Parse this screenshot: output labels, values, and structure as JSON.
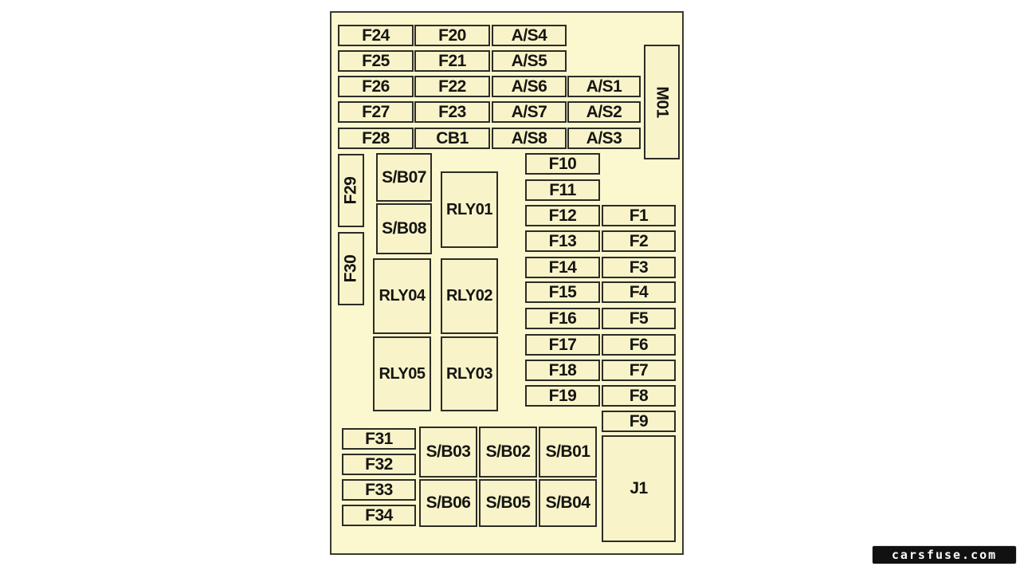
{
  "diagram": {
    "fuse_rows_top": {
      "row1": [
        "F24",
        "F20",
        "A/S4"
      ],
      "row2": [
        "F25",
        "F21",
        "A/S5"
      ],
      "row3": [
        "F26",
        "F22",
        "A/S6",
        "A/S1"
      ],
      "row4": [
        "F27",
        "F23",
        "A/S7",
        "A/S2"
      ],
      "row5": [
        "F28",
        "CB1",
        "A/S8",
        "A/S3"
      ]
    },
    "m01": "M01",
    "left_vertical": {
      "f29": "F29",
      "f30": "F30"
    },
    "sb_upper": {
      "sb07": "S/B07",
      "sb08": "S/B08"
    },
    "relays": {
      "rly01": "RLY01",
      "rly02": "RLY02",
      "rly03": "RLY03",
      "rly04": "RLY04",
      "rly05": "RLY05"
    },
    "middle_column": [
      "F10",
      "F11",
      "F12",
      "F13",
      "F14",
      "F15",
      "F16",
      "F17",
      "F18",
      "F19"
    ],
    "right_column": [
      "F1",
      "F2",
      "F3",
      "F4",
      "F5",
      "F6",
      "F7",
      "F8",
      "F9"
    ],
    "bottom_left": [
      "F31",
      "F32",
      "F33",
      "F34"
    ],
    "sb_bottom": {
      "top": [
        "S/B03",
        "S/B02",
        "S/B01"
      ],
      "bottom": [
        "S/B06",
        "S/B05",
        "S/B04"
      ]
    },
    "j1": "J1"
  },
  "watermark": "carsfuse.com",
  "colors": {
    "panel_background": "#fbf7cf",
    "fuse_fill": "#f8f3c9",
    "outline": "#2c2c26"
  }
}
